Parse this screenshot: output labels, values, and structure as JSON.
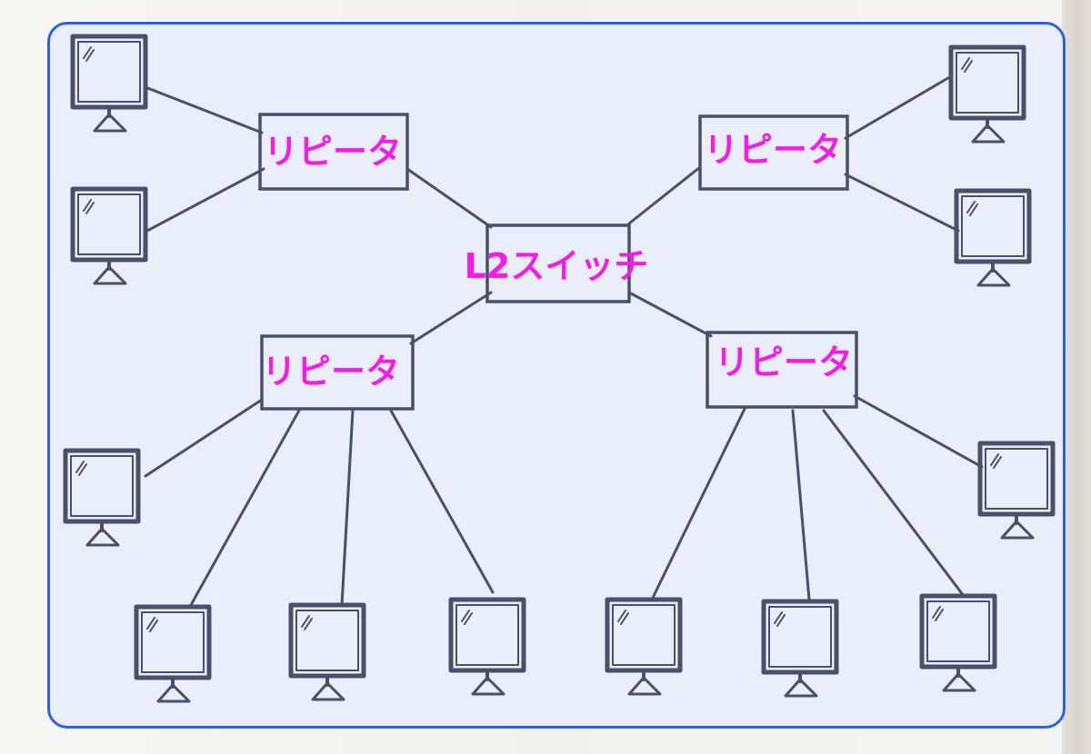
{
  "diagram": {
    "switch_label": "L2スイッチ",
    "repeater_labels": [
      "リピータ",
      "リピータ",
      "リピータ",
      "リピータ"
    ],
    "colors": {
      "frame": "#2a63e6",
      "label": "#f21ee8",
      "stroke": "#4a5068"
    },
    "nodes": {
      "switch": {
        "type": "l2-switch",
        "connects": [
          "repeater-top-left",
          "repeater-top-right",
          "repeater-bottom-left",
          "repeater-bottom-right"
        ]
      },
      "repeater-top-left": {
        "type": "repeater",
        "computers": 2
      },
      "repeater-top-right": {
        "type": "repeater",
        "computers": 2
      },
      "repeater-bottom-left": {
        "type": "repeater",
        "computers": 4
      },
      "repeater-bottom-right": {
        "type": "repeater",
        "computers": 4
      }
    },
    "icons": {
      "computer": "monitor-icon"
    }
  }
}
